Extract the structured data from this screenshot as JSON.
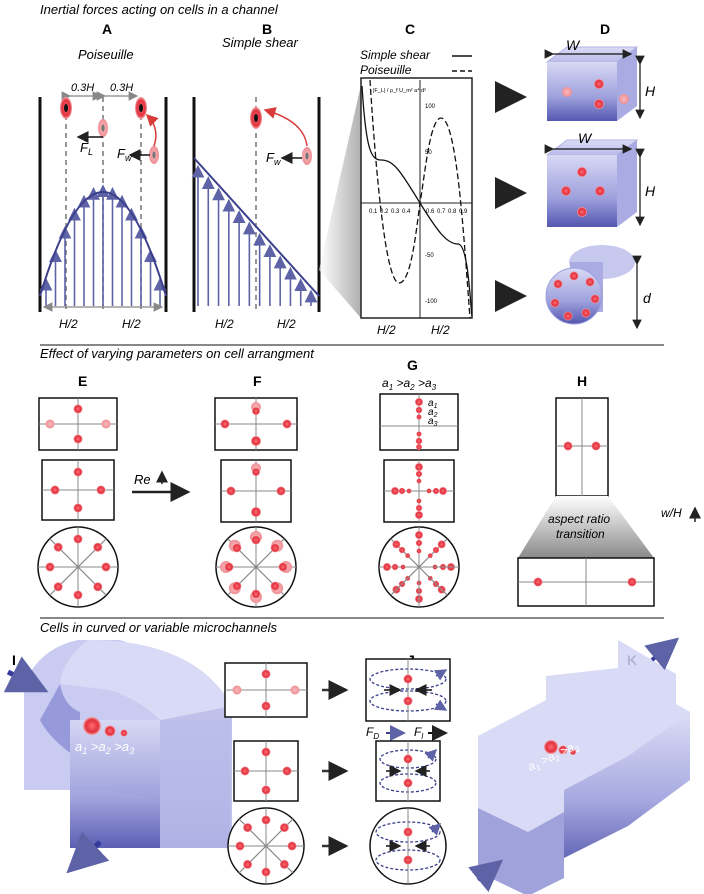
{
  "sections": {
    "s1": "Inertial forces acting on cells in a channel",
    "s2": "Effect of varying parameters on cell arrangment",
    "s3": "Cells in curved or variable microchannels"
  },
  "panels": {
    "A": "A",
    "B": "B",
    "C": "C",
    "D": "D",
    "E": "E",
    "F": "F",
    "G": "G",
    "H": "H",
    "I": "I",
    "J": "J",
    "K": "K"
  },
  "panelA": {
    "title": "Poiseuille",
    "dist_left": "0.3H",
    "dist_right": "0.3H",
    "fl_label": "F",
    "fl_sub": "L",
    "fw_label": "F",
    "fw_sub": "w",
    "half_left": "H/2",
    "half_right": "H/2"
  },
  "panelB": {
    "title": "Simple shear",
    "fw_label": "F",
    "fw_sub": "w",
    "half_left": "H/2",
    "half_right": "H/2"
  },
  "panelC": {
    "legend_shear": "Simple shear",
    "legend_pois": "Poiseuille",
    "ylabel": "|F_L| / ρ_f U_m² a⁴ d²",
    "yticks": [
      "100",
      "50",
      "-50",
      "-100"
    ],
    "xticks": [
      "0.1",
      "0.2",
      "0.3",
      "0.4",
      "0.6",
      "0.7",
      "0.8",
      "0.9"
    ],
    "half_left": "H/2",
    "half_right": "H/2"
  },
  "panelD": {
    "W1": "W",
    "H1": "H",
    "W2": "W",
    "H2": "H",
    "d": "d"
  },
  "panelE": {},
  "panelF": {
    "re_label": "Re"
  },
  "panelG": {
    "title_a1": "a",
    "s1": "1",
    "gt1": " >a",
    "s2": "2",
    "gt2": " >a",
    "s3": "3",
    "lab_a1": "a",
    "lab_a2": "a",
    "lab_a3": "a",
    "ls1": "1",
    "ls2": "2",
    "ls3": "3"
  },
  "panelH": {
    "aspect_line1": "aspect ratio",
    "aspect_line2": "transition",
    "wh_label": "w/H"
  },
  "panelI": {
    "a1": "a",
    "s1": "1",
    "g1": " >a",
    "s2": "2",
    "g2": " >a",
    "s3": "3"
  },
  "panelJ": {
    "fd": "F",
    "fd_sub": "D",
    "fl": "F",
    "fl_sub": "l"
  },
  "panelK": {
    "a1": "a",
    "s1": "1",
    "g1": " >a",
    "s2": "2",
    "g2": " >a",
    "s3": "3"
  },
  "colors": {
    "arrow_blue": "#5d63a6",
    "cell_red": "#e03a48",
    "cell_pink": "#f2a3a6",
    "chan_fill": "#c7c9ee",
    "chan_dark": "#5357b0"
  }
}
